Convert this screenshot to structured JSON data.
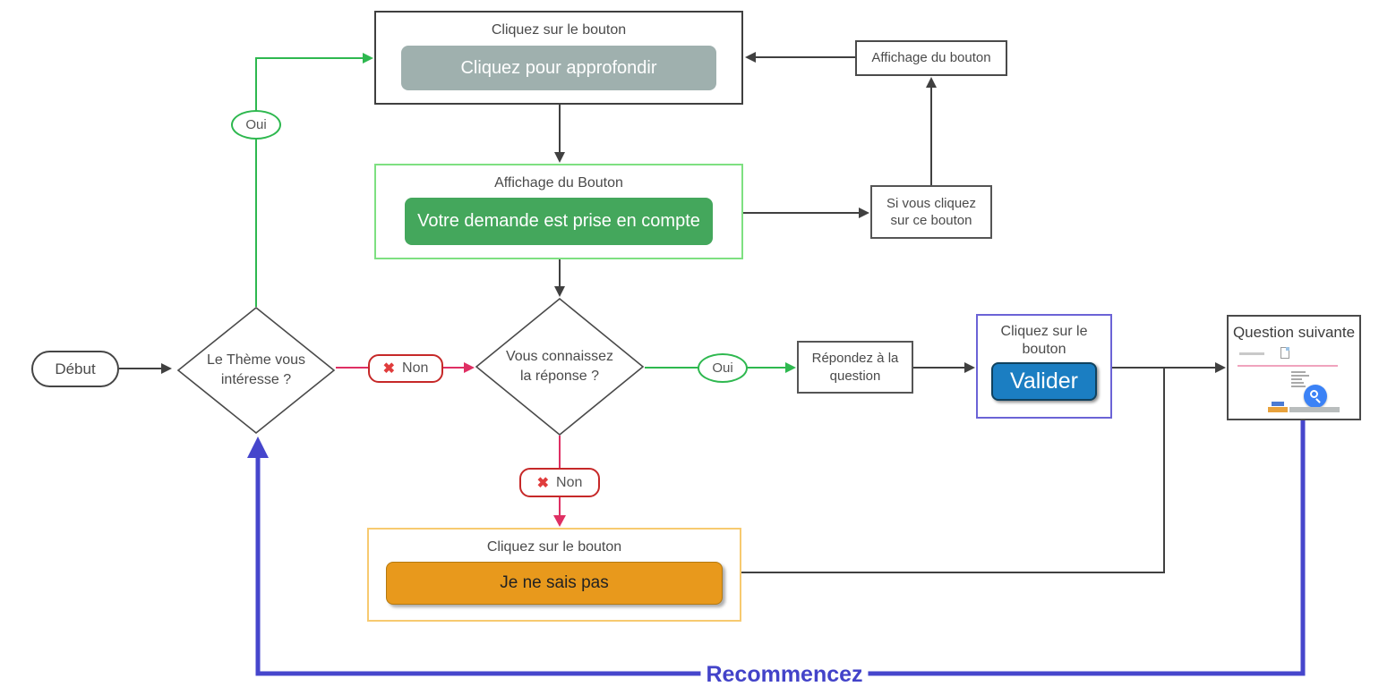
{
  "nodes": {
    "top_box": {
      "label": "Cliquez sur le bouton",
      "button": "Cliquez pour approfondir"
    },
    "display_box": {
      "label": "Affichage du bouton"
    },
    "green_box": {
      "label": "Affichage du Bouton",
      "button": "Votre demande est prise en compte"
    },
    "click_info_box": {
      "label": "Si vous cliquez sur ce bouton"
    },
    "start": {
      "label": "Début"
    },
    "decision_theme": {
      "label": "Le Thème vous intéresse ?"
    },
    "oui_top": {
      "label": "Oui"
    },
    "non_right": {
      "label": "Non",
      "icon": "✖"
    },
    "decision_answer": {
      "label": "Vous connaissez la réponse ?"
    },
    "oui_right": {
      "label": "Oui"
    },
    "answer_box": {
      "label": "Répondez à la question"
    },
    "valider_box": {
      "label": "Cliquez sur le bouton",
      "button": "Valider"
    },
    "question_box": {
      "label": "Question suivante"
    },
    "non_down": {
      "label": "Non",
      "icon": "✖"
    },
    "dontknow_box": {
      "label": "Cliquez sur le bouton",
      "button": "Je ne sais pas"
    },
    "recommencez": {
      "label": "Recommencez"
    }
  },
  "colors": {
    "dark_line": "#404040",
    "green_line": "#2eb84f",
    "green_box_border": "#7ee081",
    "green_button": "#44a75c",
    "gray_button": "#9fb0ae",
    "red_line": "#df2f63",
    "red_badge_border": "#c62828",
    "blue_button": "#1b7ec2",
    "purple_border": "#6b63d6",
    "orange_button": "#e8991c",
    "orange_border": "#f7ca70",
    "loop_blue": "#4646cc"
  }
}
